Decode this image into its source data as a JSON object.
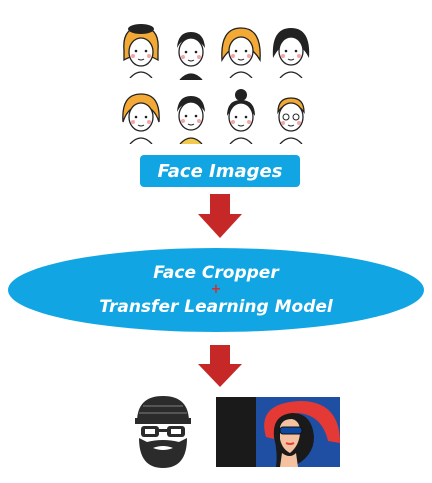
{
  "diagram": {
    "input_label": "Face Images",
    "model_label_line1": "Face Cropper",
    "model_plus": "+",
    "model_label_line2": "Transfer Learning Model"
  },
  "colors": {
    "box_blue": "#11a6e3",
    "arrow_red": "#c62828",
    "text_white": "#ffffff",
    "plus_red": "#d32f2f"
  },
  "icons": [
    "cartoon-face-icon",
    "down-arrow-icon",
    "hacker-avatar-icon",
    "pop-art-woman-icon"
  ]
}
